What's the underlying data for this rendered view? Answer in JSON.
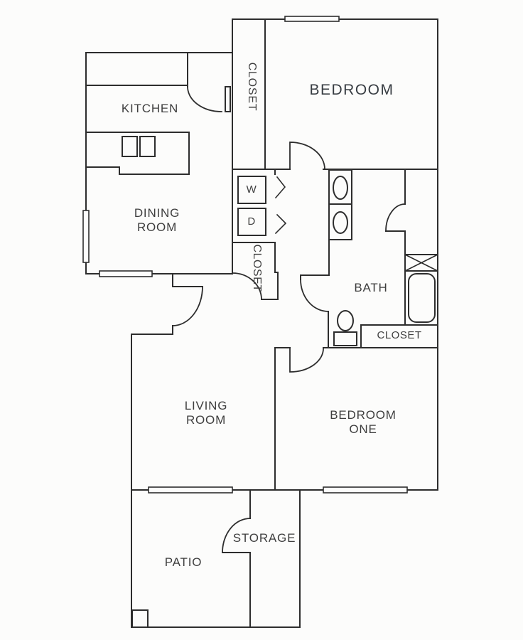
{
  "colors": {
    "wall_line": "#2d2d2d",
    "text": "#3e3e3e",
    "background": "#fcfcfb"
  },
  "rooms": {
    "bedroom": "BEDROOM",
    "kitchen": "KITCHEN",
    "dining": [
      "DINING",
      "ROOM"
    ],
    "living": [
      "LIVING",
      "ROOM"
    ],
    "bedroom_one": [
      "BEDROOM",
      "ONE"
    ],
    "bath": "BATH",
    "patio": "PATIO",
    "storage": "STORAGE",
    "closet_top": "CLOSET",
    "closet_hall": "CLOSET",
    "closet_bath": "CLOSET",
    "washer": "W",
    "dryer": "D"
  }
}
